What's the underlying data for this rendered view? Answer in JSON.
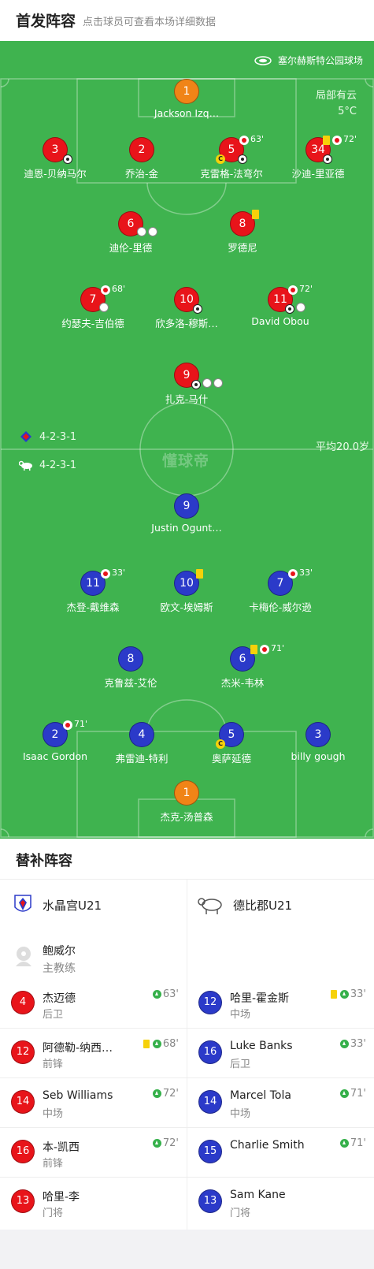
{
  "header": {
    "title": "首发阵容",
    "subtitle": "点击球员可查看本场详细数据"
  },
  "pitch": {
    "stadium": "塞尔赫斯特公园球场",
    "weather": "局部有云",
    "temperature": "5°C",
    "home_formation": "4-2-3-1",
    "away_formation": "4-2-3-1",
    "avg_age": "平均20.0岁",
    "watermark": "懂球帝"
  },
  "home_players": [
    {
      "number": "1",
      "name": "Jackson Izq…",
      "role": "keeper"
    },
    {
      "number": "3",
      "name": "迪恩-贝纳马尔"
    },
    {
      "number": "2",
      "name": "乔治-金"
    },
    {
      "number": "5",
      "name": "克雷格-法弯尔",
      "sub_minute": "63'"
    },
    {
      "number": "34",
      "name": "沙迪-里亚德",
      "sub_minute": "72'"
    },
    {
      "number": "6",
      "name": "迪伦-里德"
    },
    {
      "number": "8",
      "name": "罗德尼"
    },
    {
      "number": "7",
      "name": "约瑟夫-吉伯德",
      "sub_minute": "68'"
    },
    {
      "number": "10",
      "name": "欣多洛-穆斯…"
    },
    {
      "number": "11",
      "name": "David Obou",
      "sub_minute": "72'"
    },
    {
      "number": "9",
      "name": "扎克-马什"
    }
  ],
  "away_players": [
    {
      "number": "9",
      "name": "Justin Ogunt…"
    },
    {
      "number": "11",
      "name": "杰登-戴维森",
      "sub_minute": "33'"
    },
    {
      "number": "10",
      "name": "欧文-埃姆斯"
    },
    {
      "number": "7",
      "name": "卡梅伦-威尔逊",
      "sub_minute": "33'"
    },
    {
      "number": "8",
      "name": "克鲁兹-艾伦"
    },
    {
      "number": "6",
      "name": "杰米-韦林",
      "sub_minute": "71'"
    },
    {
      "number": "2",
      "name": "Isaac Gordon",
      "sub_minute": "71'"
    },
    {
      "number": "4",
      "name": "弗雷迪-特利"
    },
    {
      "number": "5",
      "name": "奥萨延德"
    },
    {
      "number": "3",
      "name": "billy gough"
    },
    {
      "number": "1",
      "name": "杰克-汤普森",
      "role": "keeper"
    }
  ],
  "subs": {
    "title": "替补阵容",
    "home_team": "水晶宫U21",
    "away_team": "德比郡U21",
    "home_coach": {
      "name": "鲍威尔",
      "role": "主教练"
    },
    "home": [
      {
        "number": "4",
        "name": "杰迈德",
        "position": "后卫",
        "minute": "63'"
      },
      {
        "number": "12",
        "name": "阿德勒-纳西…",
        "position": "前锋",
        "minute": "68'"
      },
      {
        "number": "14",
        "name": "Seb Williams",
        "position": "中场",
        "minute": "72'"
      },
      {
        "number": "16",
        "name": "本-凯西",
        "position": "前锋",
        "minute": "72'"
      },
      {
        "number": "13",
        "name": "哈里-李",
        "position": "门将",
        "minute": ""
      }
    ],
    "away": [
      {
        "number": "12",
        "name": "哈里-霍金斯",
        "position": "中场",
        "minute": "33'"
      },
      {
        "number": "16",
        "name": "Luke Banks",
        "position": "后卫",
        "minute": "33'"
      },
      {
        "number": "14",
        "name": "Marcel Tola",
        "position": "中场",
        "minute": "71'"
      },
      {
        "number": "15",
        "name": "Charlie Smith",
        "position": "",
        "minute": "71'"
      },
      {
        "number": "13",
        "name": "Sam Kane",
        "position": "门将",
        "minute": ""
      }
    ]
  },
  "colors": {
    "pitch": "#3fb34f",
    "home": "#e8141a",
    "away": "#2b3ac9",
    "keeper": "#f08417"
  }
}
